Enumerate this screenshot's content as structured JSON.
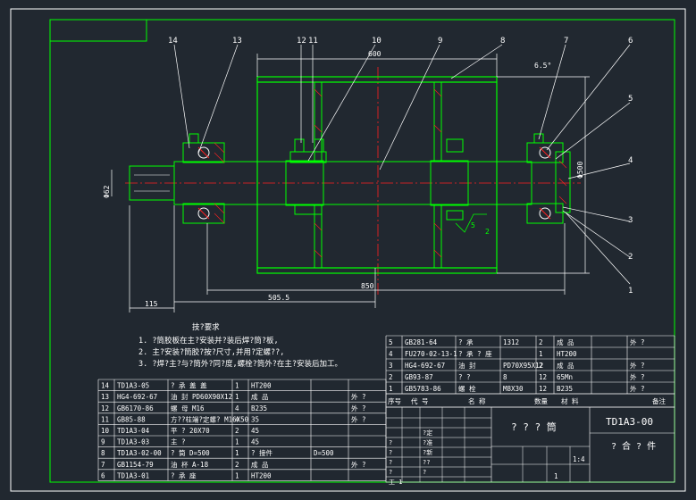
{
  "colors": {
    "background": "#212830",
    "frame": "#ffffff",
    "outline": "#00ff00",
    "centerline": "#ff2020",
    "text": "#ffffff",
    "dimension": "#ffffff"
  },
  "balloons": [
    {
      "label": "14"
    },
    {
      "label": "13"
    },
    {
      "label": "12"
    },
    {
      "label": "11"
    },
    {
      "label": "10"
    },
    {
      "label": "9"
    },
    {
      "label": "8"
    },
    {
      "label": "7"
    },
    {
      "label": "6"
    },
    {
      "label": "5"
    },
    {
      "label": "4"
    },
    {
      "label": "3"
    },
    {
      "label": "2"
    },
    {
      "label": "1"
    }
  ],
  "dimensions": {
    "width_top": "600",
    "angle": "6.5°",
    "diameter": "Φ500",
    "shaft": "Φ62",
    "left_len": "115",
    "mid_len": "505.5",
    "total_len": "850",
    "roughness_a": "5",
    "roughness_b": "2"
  },
  "notes": {
    "title": "技?要求",
    "lines": [
      "1. ?筒胶板在主?安装并?装后焊?筒?板,",
      "2. 主?安装?筒胶?按?尺寸,并用?定螺??,",
      "3. ?焊?主?与?筒外?同?度,螺栓?筒外?在主?安装后加工。"
    ]
  },
  "upper_parts": [
    [
      "5",
      "GB281-64",
      "? 承",
      "1312",
      "2",
      "成 品",
      "",
      "外 ?"
    ],
    [
      "4",
      "FU270-02-13-1",
      "? 承 ? 座",
      "",
      "1",
      "HT200",
      "",
      ""
    ],
    [
      "3",
      "HG4-692-67",
      "油 封",
      "PD70X95X12",
      "2",
      "成 品",
      "",
      "外 ?"
    ],
    [
      "2",
      "GB93-87",
      "? ?",
      "8",
      "12",
      "65Mn",
      "",
      "外 ?"
    ],
    [
      "1",
      "GB5783-86",
      "螺 栓",
      "M8X30",
      "12",
      "B235",
      "",
      "外 ?"
    ]
  ],
  "upper_header": [
    "序号",
    "代 号",
    "名 称",
    "数量",
    "材 料",
    "",
    "备注"
  ],
  "lower_parts": [
    [
      "14",
      "TD1A3-05",
      "? 承 盖 盖",
      "1",
      "HT200",
      "",
      ""
    ],
    [
      "13",
      "HG4-692-67",
      "油 封  PD60X90X12",
      "1",
      "成 品",
      "",
      "外 ?"
    ],
    [
      "12",
      "GB6170-86",
      "螺 母   M16",
      "4",
      "B235",
      "",
      "外 ?"
    ],
    [
      "11",
      "GB85-88",
      "方??柱端?定螺? M16X50",
      "4",
      "35",
      "",
      "外 ?"
    ],
    [
      "10",
      "TD1A3-04",
      "平 ?    20X70",
      "2",
      "45",
      "",
      ""
    ],
    [
      "9",
      "TD1A3-03",
      "主 ?",
      "1",
      "45",
      "",
      ""
    ],
    [
      "8",
      "TD1A3-02-00",
      "? 筒    D=500",
      "1",
      "? 接件",
      "D=500",
      ""
    ],
    [
      "7",
      "GB1154-79",
      "油 杯   A-18",
      "2",
      "成 品",
      "",
      "外 ?"
    ],
    [
      "6",
      "TD1A3-01",
      "? 承 座",
      "1",
      "HT200",
      "",
      ""
    ]
  ],
  "title_block": {
    "name": "? ? ? 筒",
    "drawing_no": "TD1A3-00",
    "assembly": "? 合 ? 件",
    "scale": "1:4",
    "sheet": "1",
    "row_labels": [
      "?",
      "?",
      "?",
      "?",
      "工 1"
    ],
    "fields": [
      "?定",
      "?准",
      "?新",
      "??",
      "?"
    ]
  }
}
